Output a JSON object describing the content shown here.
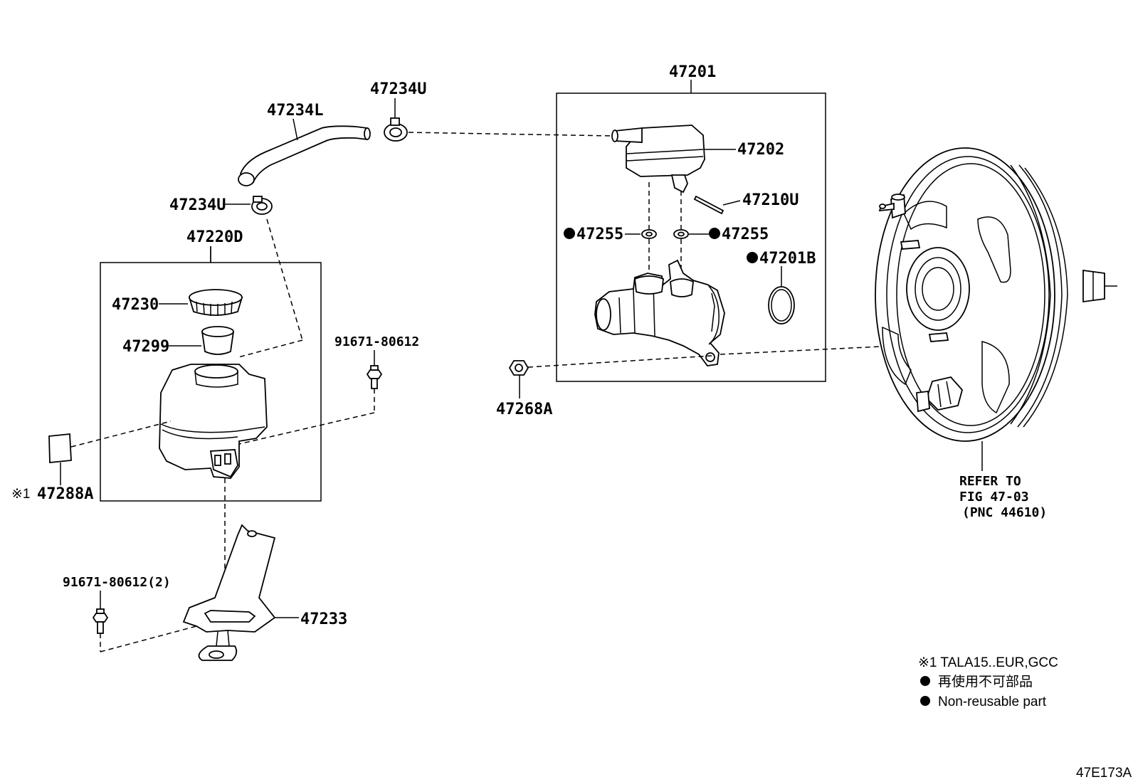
{
  "labels": {
    "p47201": "47201",
    "p47234u_top": "47234U",
    "p47234l": "47234L",
    "p47234u_left": "47234U",
    "p47220d": "47220D",
    "p47230": "47230",
    "p47299": "47299",
    "p91671_a": "91671-80612",
    "p47288a": "47288A",
    "p47288a_mark": "※1",
    "p91671_b": "91671-80612(2)",
    "p47233": "47233",
    "p47202": "47202",
    "p47210u": "47210U",
    "p47255_left": "47255",
    "p47255_right": "47255",
    "p47201b": "47201B",
    "p47268a": "47268A",
    "refer_line1": "REFER TO",
    "refer_line2": "FIG 47-03",
    "refer_line3": "(PNC 44610)"
  },
  "legend": {
    "note1": "※1 TALA15..EUR,GCC",
    "note2": "再使用不可部品",
    "note3": "Non-reusable part"
  },
  "figure_code": "47E173A"
}
